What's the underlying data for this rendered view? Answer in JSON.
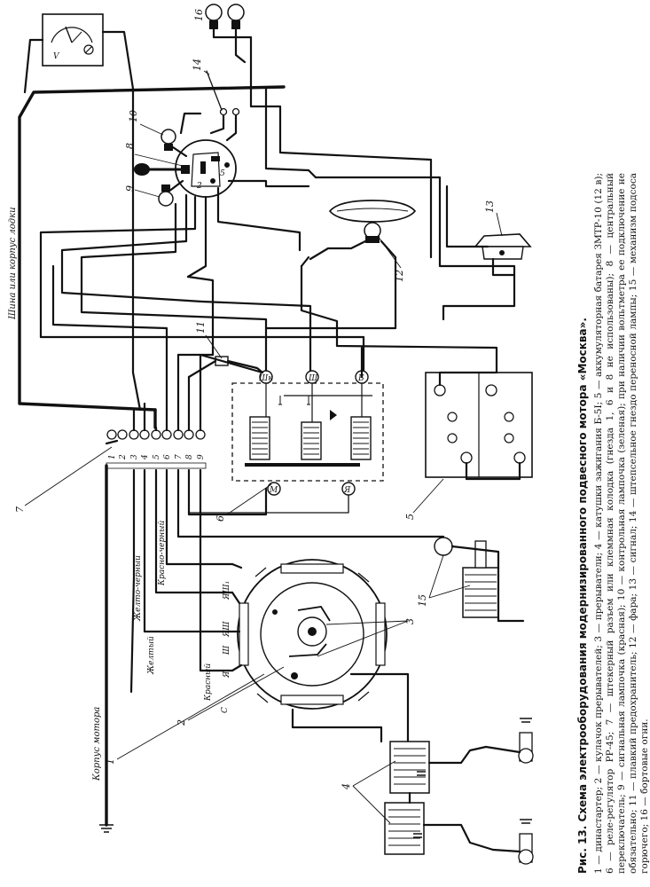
{
  "labels": {
    "bus": "Шина или корпус лодки",
    "motor_body": "Корпус мотора",
    "wire_red_black": "Красно-черный",
    "wire_yellow": "Желтый",
    "wire_yellow_black": "Желто-черный",
    "wire_red": "Красный",
    "term_ya_sh1": "ЯШ₁",
    "term_ya_sh": "ЯШ",
    "term_sh": "Ш",
    "term_ya": "Я",
    "term_c": "С",
    "term_m": "М",
    "term_sh_relay": "Ш",
    "term_ya_relay": "Я",
    "term_b": "Б",
    "term_shk": "Шк"
  },
  "callouts": [
    "1",
    "2",
    "3",
    "4",
    "5",
    "6",
    "7",
    "8",
    "9",
    "10",
    "11",
    "12",
    "13",
    "14",
    "15",
    "16"
  ],
  "socket_numbers": [
    "1",
    "2",
    "3",
    "4",
    "5",
    "6",
    "7",
    "8",
    "9"
  ],
  "caption": {
    "title": "Рис. 13. Схема электрооборудования модернизированного подвесного мотора «Москва».",
    "legend": "1 — династартер; 2 — кулачок прерывателей; 3 — прерыватели; 4 — катушки зажигания Б-5I; 5 — аккумуляторная батарея ЗМТР-10 (12 в); 6 — реле-регулятор РР-45; 7 — штекерный разъем или клеммная колодка (гнезда 1, 6 и 8 не использованы); 8 — центральный переключатель; 9 — сигнальная лампочка (красная); 10 — контрольная лампочка (зеленая); при наличии вольтметра ее подключение не обязательно; 11 — плавкий предохранитель; 12 — фара; 13 — сигнал; 14 — штепсельное гнездо переносной лампы; 15 — механизм подсоса горючего; 16 — бортовые огни."
  }
}
